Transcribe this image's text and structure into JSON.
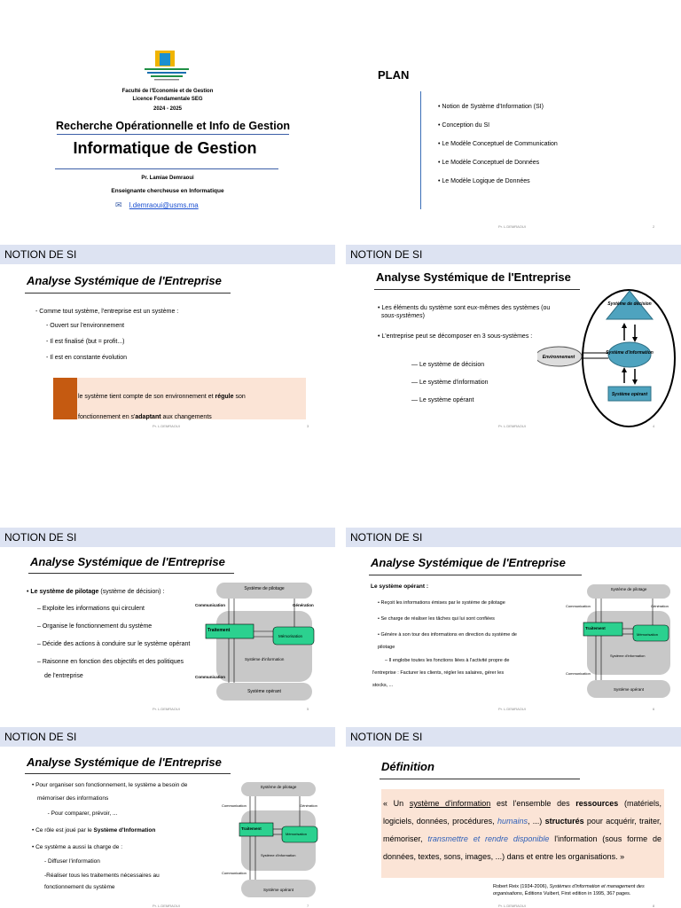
{
  "s1": {
    "faculty": "Faculté de l'Economie et de Gestion",
    "licence": "Licence Fondamentale SEG",
    "year": "2024 - 2025",
    "subtitle": "Recherche Opérationnelle et Info de Gestion",
    "title": "Informatique de Gestion",
    "prof": "Pr. Lamiae Demraoui",
    "role": "Enseignante chercheuse en Informatique",
    "email": "l.demraoui@usms.ma"
  },
  "s2": {
    "title": "PLAN",
    "items": [
      "Notion de Système d'Information (SI)",
      "Conception du SI",
      "Le Modèle Conceptuel de Communication",
      "Le Modèle Conceptuel de Données",
      "Le Modèle Logique de Données"
    ],
    "footer": "Pr. L.DEMRAOUI",
    "page": "2"
  },
  "s3": {
    "header": "NOTION DE SI",
    "title": "Analyse Systémique de l'Entreprise",
    "lines": [
      "- Comme tout système, l'entreprise est un système :",
      "- Ouvert sur l'environnement",
      "- Il est finalisé (but = profit...)",
      "- Il est en constante évolution"
    ],
    "box_line1_a": "le système tient compte de son environnement et ",
    "box_line1_b": "régule",
    "box_line1_c": " son",
    "box_line2_a": "fonctionnement en s'",
    "box_line2_b": "adaptant",
    "box_line2_c": " aux changements",
    "footer": "Pr. L.DEMRAOUI",
    "page": "3"
  },
  "s4": {
    "header": "NOTION DE SI",
    "title": "Analyse Systémique de l'Entreprise",
    "b1a": "Les éléments du système sont eux-mêmes des systèmes (ou",
    "b1b": "sous-systèmes",
    "b2": "L'entreprise peut se décomposer en 3 sous-systèmes :",
    "subs": [
      "Le système de décision",
      "Le système d'information",
      "Le système opérant"
    ],
    "d_decision": "Système de décision",
    "d_info": "Système d'information",
    "d_operant": "Système opérant",
    "d_env": "Environnement",
    "footer": "Pr. L.DEMRAOUI",
    "page": "4"
  },
  "diagram": {
    "pilotage": "Système de pilotage",
    "communication": "Communication",
    "generation": "Génération",
    "traitement": "Traitement",
    "memorisation": "Mémorisation",
    "sysinfo": "Système d'information",
    "operant": "Système opérant"
  },
  "s5": {
    "header": "NOTION DE SI",
    "title": "Analyse Systémique de l'Entreprise",
    "b1_bold": "Le système de pilotage",
    "b1_rest": " (système de décision) :",
    "items": [
      "– Exploite les informations qui circulent",
      "– Organise le fonctionnement du système",
      "– Décide des actions à conduire sur le système opérant",
      "– Raisonne en fonction des objectifs et des politiques",
      "de l'entreprise"
    ],
    "footer": "Pr. L.DEMRAOUI",
    "page": "5"
  },
  "s6": {
    "header": "NOTION DE SI",
    "title": "Analyse Systémique de l'Entreprise",
    "heading": "Le système opérant :",
    "items": [
      "Reçoit les informations émises par le système de pilotage",
      "Se charge de réaliser les tâches qui lui sont confiées",
      "Génère à son tour des informations en direction du système de",
      "pilotage",
      "– Il englobe toutes les fonctions liées à l'activité propre de",
      "l'entreprise : Facturer les clients, régler les salaires, gérer les",
      "stocks, ..."
    ],
    "footer": "Pr. L.DEMRAOUI",
    "page": "6"
  },
  "s7": {
    "header": "NOTION DE SI",
    "title": "Analyse Systémique de l'Entreprise",
    "items": [
      "Pour organiser son fonctionnement, le système a besoin de",
      "mémoriser des informations",
      "- Pour comparer, prévoir, ...",
      "Ce rôle est joué par le ",
      "Système d'Information",
      "Ce système a aussi la charge de :",
      "- Diffuser l'information",
      "-Réaliser tous les traitements nécessaires au",
      "fonctionnement du système"
    ],
    "footer": "Pr. L.DEMRAOUI",
    "page": "7"
  },
  "s8": {
    "header": "NOTION DE SI",
    "title": "Définition",
    "p_a": "« Un ",
    "p_si": "système d'information",
    "p_b": " est l'ensemble des ",
    "p_res": "ressources",
    "p_c": " (matériels, logiciels, données, procédures, ",
    "p_hum": "humains",
    "p_d": ", ...) ",
    "p_str": "structurés",
    "p_e": " pour acquérir, traiter, mémoriser, ",
    "p_trans": "transmettre et rendre disponible",
    "p_f": " l'information (sous forme de données, textes, sons, images, ...) dans et entre les organisations. »",
    "ref_a": "Robert Reix (1934-2006), ",
    "ref_b": "Systèmes d'information et management des organisations",
    "ref_c": ", Éditions Vuibert, First edition in 1995, 367 pages.",
    "footer": "Pr. L.DEMRAOUI",
    "page": "8"
  }
}
